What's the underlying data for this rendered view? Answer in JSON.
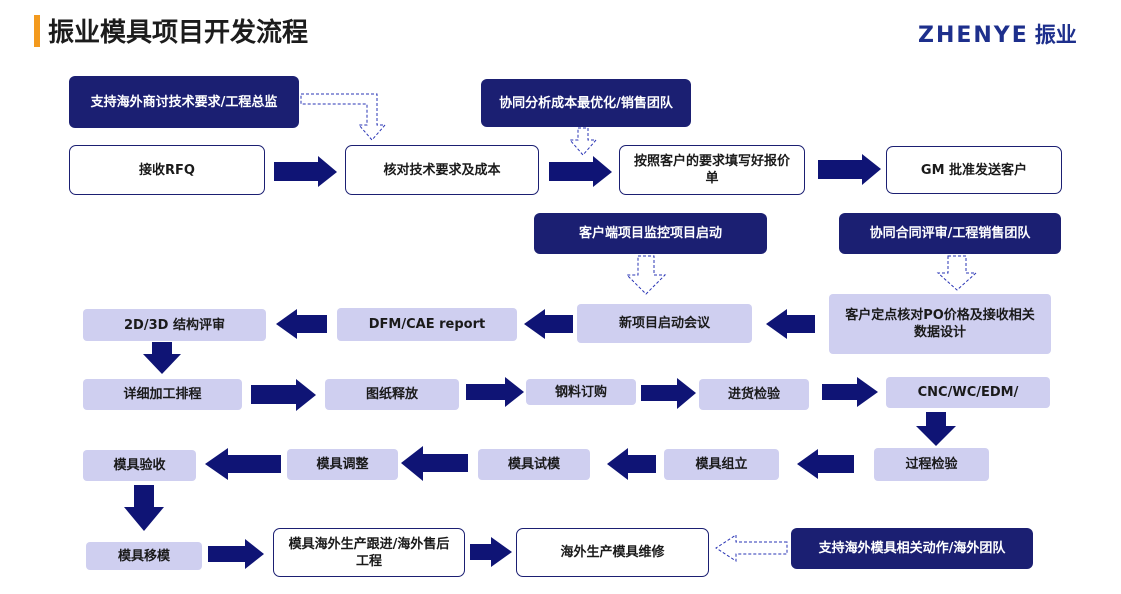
{
  "header": {
    "title": "振业模具项目开发流程",
    "logo_en": "ZHENYE",
    "logo_cn": "振业"
  },
  "boxes": {
    "overseas_tech": "支持海外商讨技术要求/工程总监",
    "cost_opt": "协同分析成本最优化/销售团队",
    "receive_rfq": "接收RFQ",
    "check_tech": "核对技术要求及成本",
    "fill_quote": "按照客户的要求填写好报价单",
    "gm_approve": "GM 批准发送客户",
    "client_monitor": "客户端项目监控项目启动",
    "contract_review": "协同合同评审/工程销售团队",
    "review_2d3d": "2D/3D  结构评审",
    "dfm_cae": "DFM/CAE  report",
    "kickoff": "新项目启动会议",
    "confirm_po": "客户定点核对PO价格及接收相关数据设计",
    "schedule": "详细加工排程",
    "drawing": "图纸释放",
    "steel": "钢料订购",
    "incoming": "进货检验",
    "cnc": "CNC/WC/EDM/",
    "mold_accept": "模具验收",
    "mold_adjust": "模具调整",
    "mold_trial": "模具试模",
    "mold_assembly": "模具组立",
    "process_check": "过程检验",
    "mold_transfer": "模具移模",
    "follow_up": "模具海外生产跟进/海外售后工程",
    "maintenance": "海外生产模具维修",
    "overseas_support": "支持海外模具相关动作/海外团队"
  },
  "colors": {
    "accent_bar": "#f39a1e",
    "dark_box": "#1b1f72",
    "light_box": "#cfcff0",
    "arrow": "#0f1475",
    "logo": "#1d2f8c"
  }
}
